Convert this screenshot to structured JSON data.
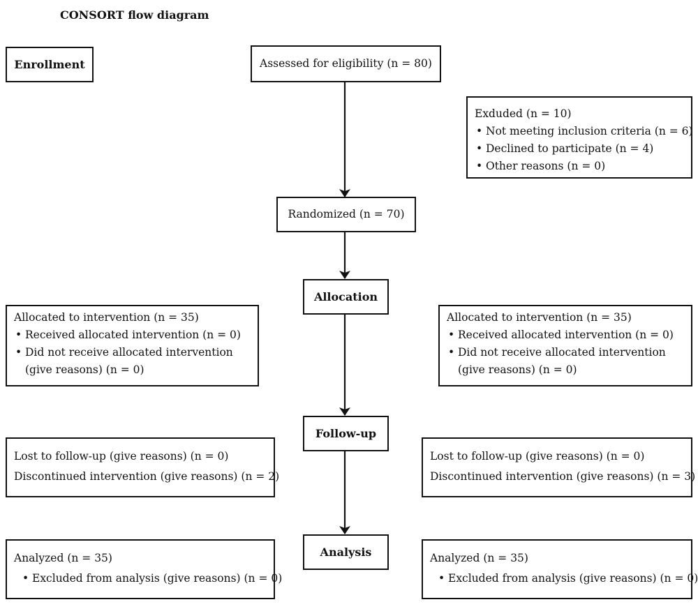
{
  "title": "CONSORT flow diagram",
  "stages": {
    "enrollment": "Enrollment",
    "allocation": "Allocation",
    "followup": "Follow-up",
    "analysis": "Analysis"
  },
  "assessed": "Assessed for eligibility (n = 80)",
  "excluded": {
    "heading": "Exduded (n = 10)",
    "items": [
      "Not meeting inclusion criteria (n = 6)",
      "Declined to participate (n = 4)",
      "Other reasons (n = 0)"
    ]
  },
  "randomized": "Randomized (n = 70)",
  "allocation_left": {
    "heading": "Allocated to intervention (n = 35)",
    "items": [
      "Received allocated intervention (n = 0)",
      "Did not receive allocated intervention (give reasons) (n = 0)"
    ]
  },
  "allocation_right": {
    "heading": "Allocated to intervention (n = 35)",
    "items": [
      "Received allocated intervention (n = 0)",
      "Did not receive allocated intervention (give reasons) (n = 0)"
    ]
  },
  "followup_left": {
    "lost": "Lost to follow-up (give reasons) (n = 0)",
    "discontinued": "Discontinued intervention (give reasons) (n = 2)"
  },
  "followup_right": {
    "lost": "Lost to follow-up (give reasons) (n = 0)",
    "discontinued": "Discontinued intervention (give reasons) (n = 3)"
  },
  "analysis_left": {
    "heading": "Analyzed (n = 35)",
    "item": "Excluded from analysis (give reasons) (n = 0)"
  },
  "analysis_right": {
    "heading": "Analyzed (n = 35)",
    "item": "Excluded from analysis (give reasons) (n = 0)"
  }
}
